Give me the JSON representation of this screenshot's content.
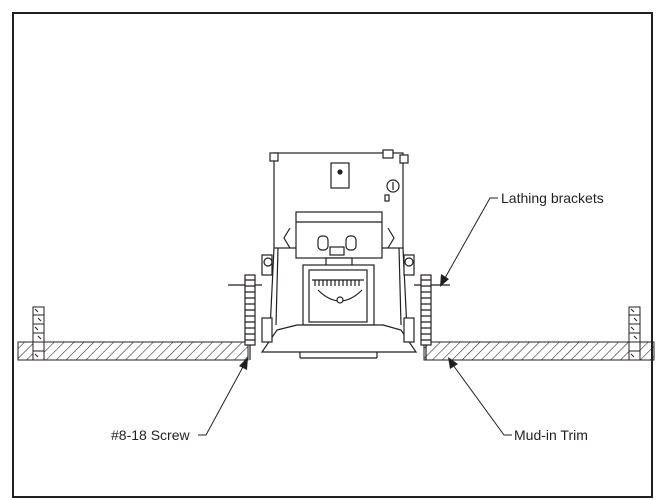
{
  "labels": {
    "lathing_brackets": "Lathing brackets",
    "screw": "#8-18 Screw",
    "trim": "Mud-in Trim"
  },
  "colors": {
    "line": "#231f20",
    "background": "#ffffff",
    "hatch": "#231f20"
  }
}
